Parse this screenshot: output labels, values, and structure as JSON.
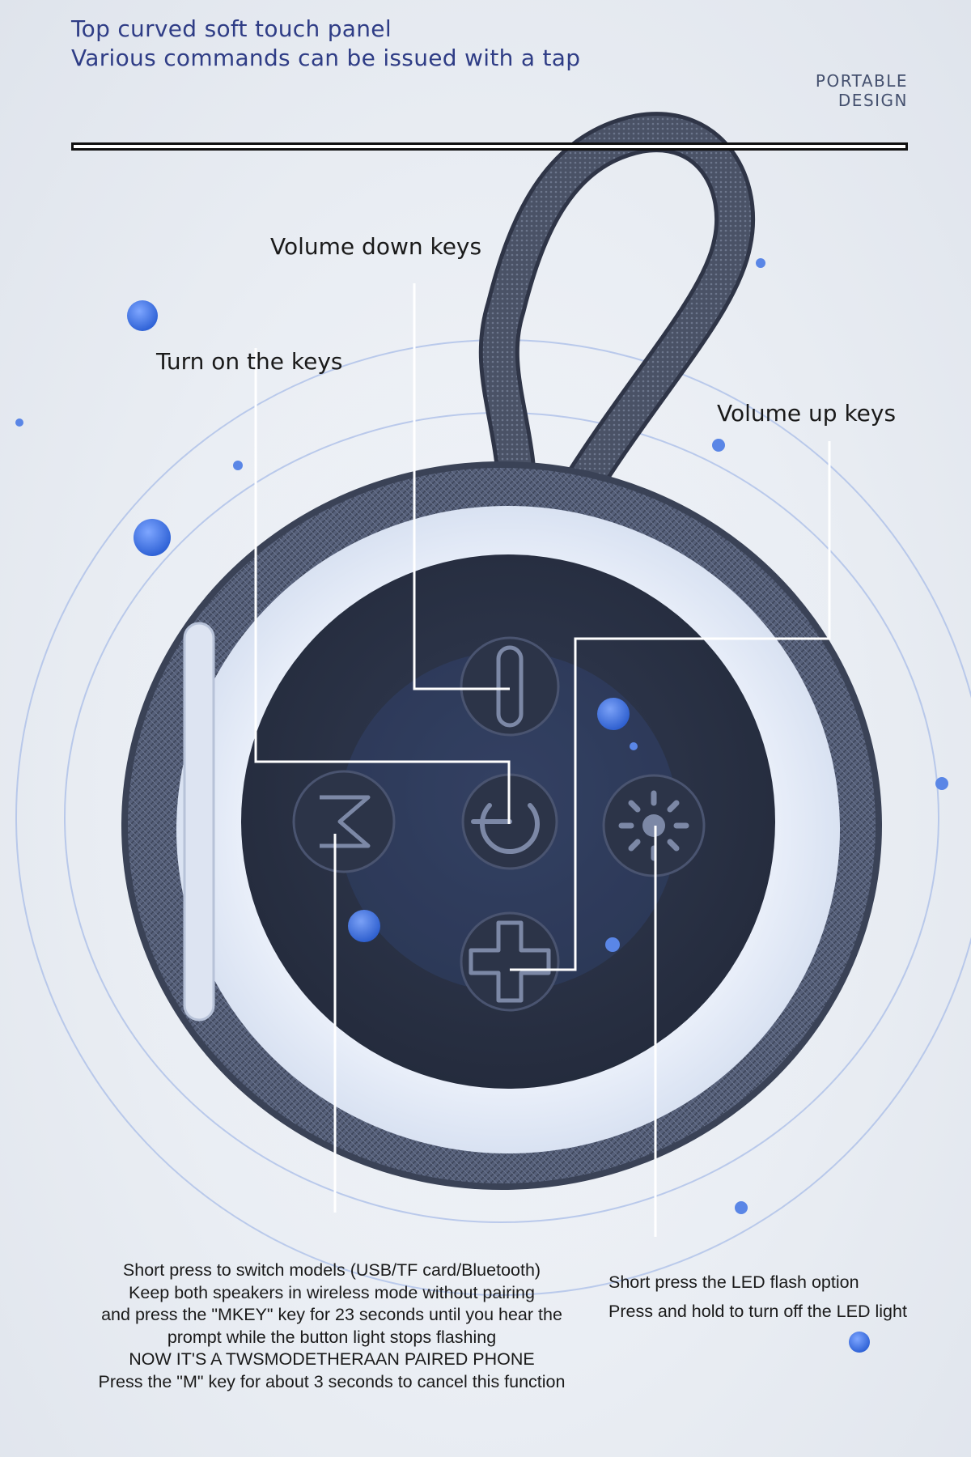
{
  "header": {
    "title_line1": "Top curved soft touch panel",
    "title_line2": "Various commands can be issued with a tap",
    "badge_line1": "PORTABLE",
    "badge_line2": "DESIGN"
  },
  "labels": {
    "volume_down": "Volume down keys",
    "turn_on": "Turn on the keys",
    "volume_up": "Volume up keys"
  },
  "left_notes": [
    "Short press to switch models (USB/TF card/Bluetooth)",
    "Keep both speakers in wireless mode without pairing",
    "and press the \"MKEY\" key for 23 seconds until you hear the",
    "prompt while the button light stops flashing",
    "NOW IT'S A TWSMODETHERAAN PAIRED PHONE",
    "Press the \"M\" key for about 3 seconds to cancel this function"
  ],
  "right_notes": [
    "Short press the LED flash option",
    "Press and hold to turn off the LED light"
  ],
  "colors": {
    "title_blue": "#2f3d86",
    "accent_blue": "#3f73e0",
    "speaker_dark": "#2b3246",
    "fabric": "#5f6a80",
    "ring_light": "#e8eef9"
  },
  "icons": {
    "volume_down_key": "minus-icon",
    "power_key": "power-icon",
    "mode_key": "m-key-icon",
    "led_key": "sun-icon",
    "volume_up_key": "plus-icon"
  }
}
